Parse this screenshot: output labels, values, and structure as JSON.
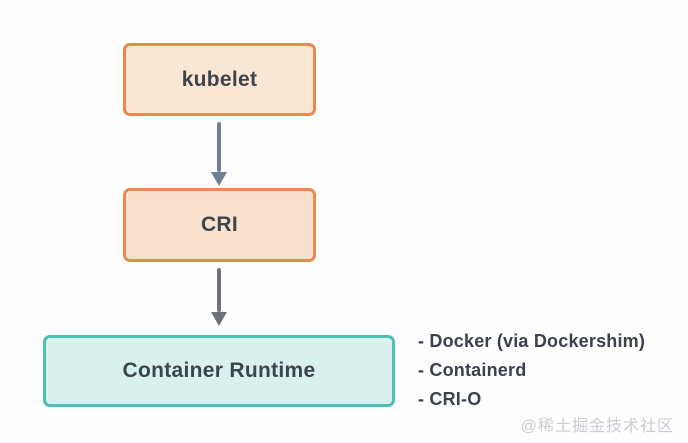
{
  "diagram": {
    "title": "kubelet to container runtime flow",
    "nodes": [
      {
        "id": "kubelet",
        "label": "kubelet",
        "fill": "#f9e7d3",
        "border": "#e8894f",
        "text_color": "#3d444d"
      },
      {
        "id": "cri",
        "label": "CRI",
        "fill": "#f8e2cf",
        "border": "#e8894f",
        "text_color": "#3d444d"
      },
      {
        "id": "container-runtime",
        "label": "Container Runtime",
        "fill": "#d9f1ec",
        "border": "#4fc1b4",
        "text_color": "#3d444d"
      }
    ],
    "arrows": [
      {
        "from": "kubelet",
        "to": "cri",
        "direction": "down",
        "color": "#6d7f95"
      },
      {
        "from": "cri",
        "to": "container-runtime",
        "direction": "down",
        "color": "#6e727c"
      }
    ],
    "annotations": {
      "items": [
        "- Docker (via Dockershim)",
        "- Containerd",
        "- CRI-O"
      ],
      "text_color": "#3b424c"
    },
    "watermark": {
      "text": "@稀土掘金技术社区",
      "color": "#c9cdd2"
    }
  }
}
